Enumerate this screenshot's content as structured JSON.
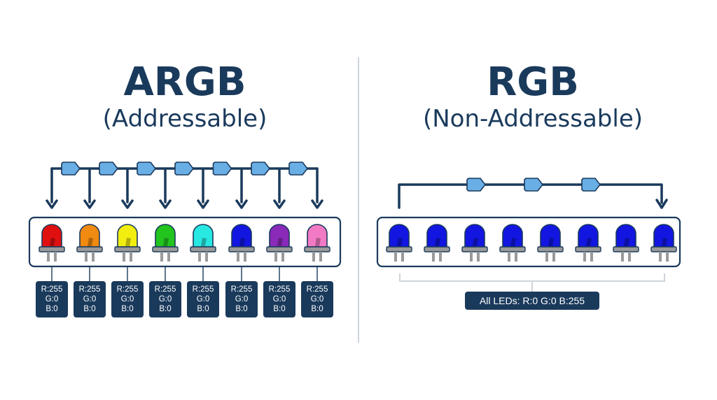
{
  "colors": {
    "navy": "#1a3a5c",
    "packet": "#6aaee6",
    "packet_stroke": "#1a3a5c",
    "frame_stroke": "#1a3a5c",
    "divider": "#cfd4d9",
    "bracket": "#cfd4d9",
    "base": "#9a9a9a",
    "pin": "#9a9a9a"
  },
  "argb": {
    "title": "ARGB",
    "subtitle": "(Addressable)",
    "packet_icon": "data-packet-icon",
    "leds": [
      {
        "color": "#e01010",
        "value": {
          "r": "R:255",
          "g": "G:0",
          "b": "B:0"
        }
      },
      {
        "color": "#f08a10",
        "value": {
          "r": "R:255",
          "g": "G:0",
          "b": "B:0"
        }
      },
      {
        "color": "#f2ee10",
        "value": {
          "r": "R:255",
          "g": "G:0",
          "b": "B:0"
        }
      },
      {
        "color": "#22c41e",
        "value": {
          "r": "R:255",
          "g": "G:0",
          "b": "B:0"
        }
      },
      {
        "color": "#28e8e2",
        "value": {
          "r": "R:255",
          "g": "G:0",
          "b": "B:0"
        }
      },
      {
        "color": "#1216e0",
        "value": {
          "r": "R:255",
          "g": "G:0",
          "b": "B:0"
        }
      },
      {
        "color": "#8a2ab8",
        "value": {
          "r": "R:255",
          "g": "G:0",
          "b": "B:0"
        }
      },
      {
        "color": "#f27ac4",
        "value": {
          "r": "R:255",
          "g": "G:0",
          "b": "B:0"
        }
      }
    ]
  },
  "rgb": {
    "title": "RGB",
    "subtitle": "(Non-Addressable)",
    "led_color": "#1216e0",
    "led_count": 8,
    "packet_count": 3,
    "all_label": "All LEDs: R:0 G:0 B:255"
  }
}
